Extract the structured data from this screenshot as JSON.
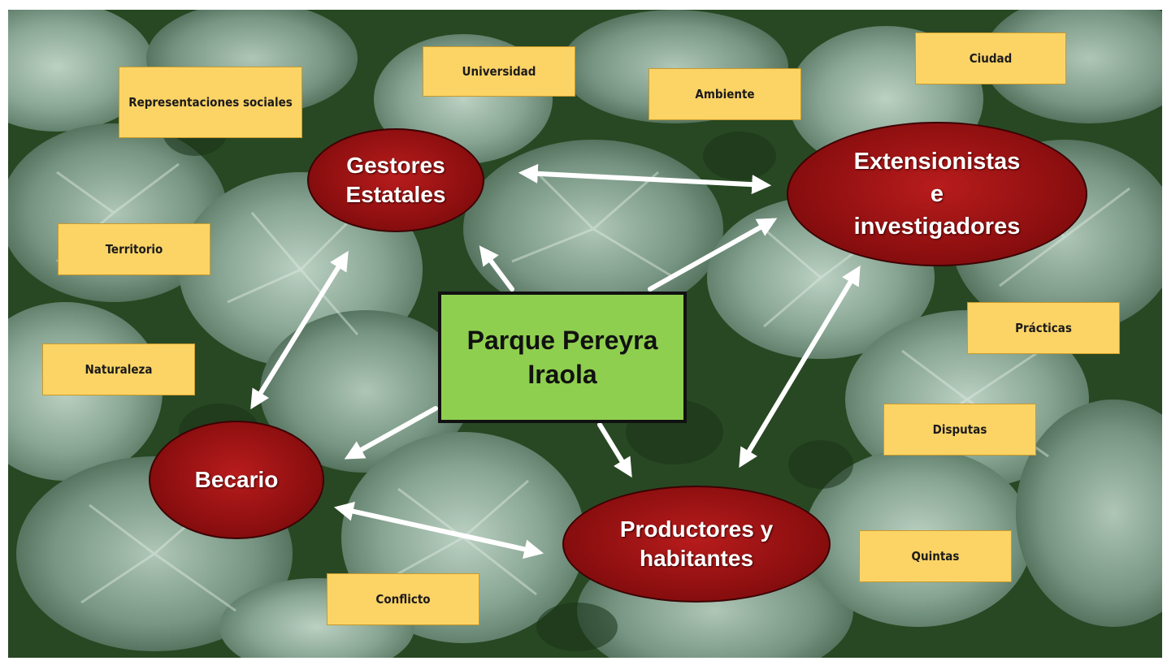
{
  "center": {
    "label": "Parque Pereyra Iraola"
  },
  "nodes": {
    "gestores": "Gestores Estatales",
    "extensionistas": "Extensionistas e investigadores",
    "becario": "Becario",
    "productores": "Productores y habitantes"
  },
  "concepts": {
    "representaciones": "Representaciones sociales",
    "universidad": "Universidad",
    "ambiente": "Ambiente",
    "ciudad": "Ciudad",
    "territorio": "Territorio",
    "naturaleza": "Naturaleza",
    "practicas": "Prácticas",
    "disputas": "Disputas",
    "quintas": "Quintas",
    "conflicto": "Conflicto"
  },
  "colors": {
    "node_fill": "#9a1414",
    "center_fill": "#8fcf4f",
    "concept_fill": "#fcd466",
    "arrow": "#ffffff",
    "foliage_dark": "#1f3b22",
    "leaf_pale": "#a9c4b4"
  }
}
